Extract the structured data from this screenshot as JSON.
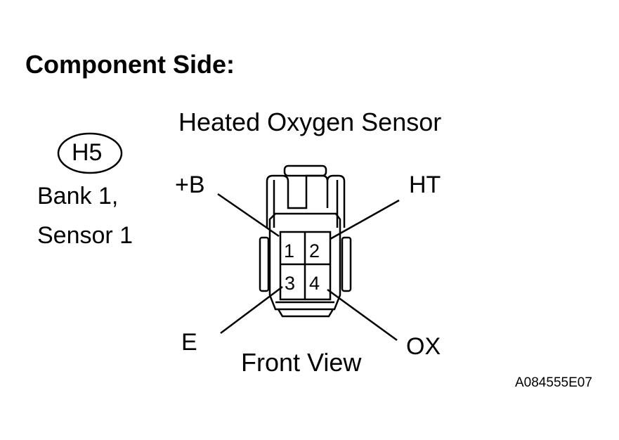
{
  "header": {
    "title": "Component Side:"
  },
  "component": {
    "name": "Heated Oxygen Sensor",
    "connector_id": "H5",
    "location_line1": "Bank 1,",
    "location_line2": "Sensor 1"
  },
  "connector": {
    "pins": [
      {
        "number": "1",
        "terminal": "+B"
      },
      {
        "number": "2",
        "terminal": "HT"
      },
      {
        "number": "3",
        "terminal": "E"
      },
      {
        "number": "4",
        "terminal": "OX"
      }
    ],
    "view_label": "Front View"
  },
  "figure": {
    "code": "A084555E07"
  }
}
